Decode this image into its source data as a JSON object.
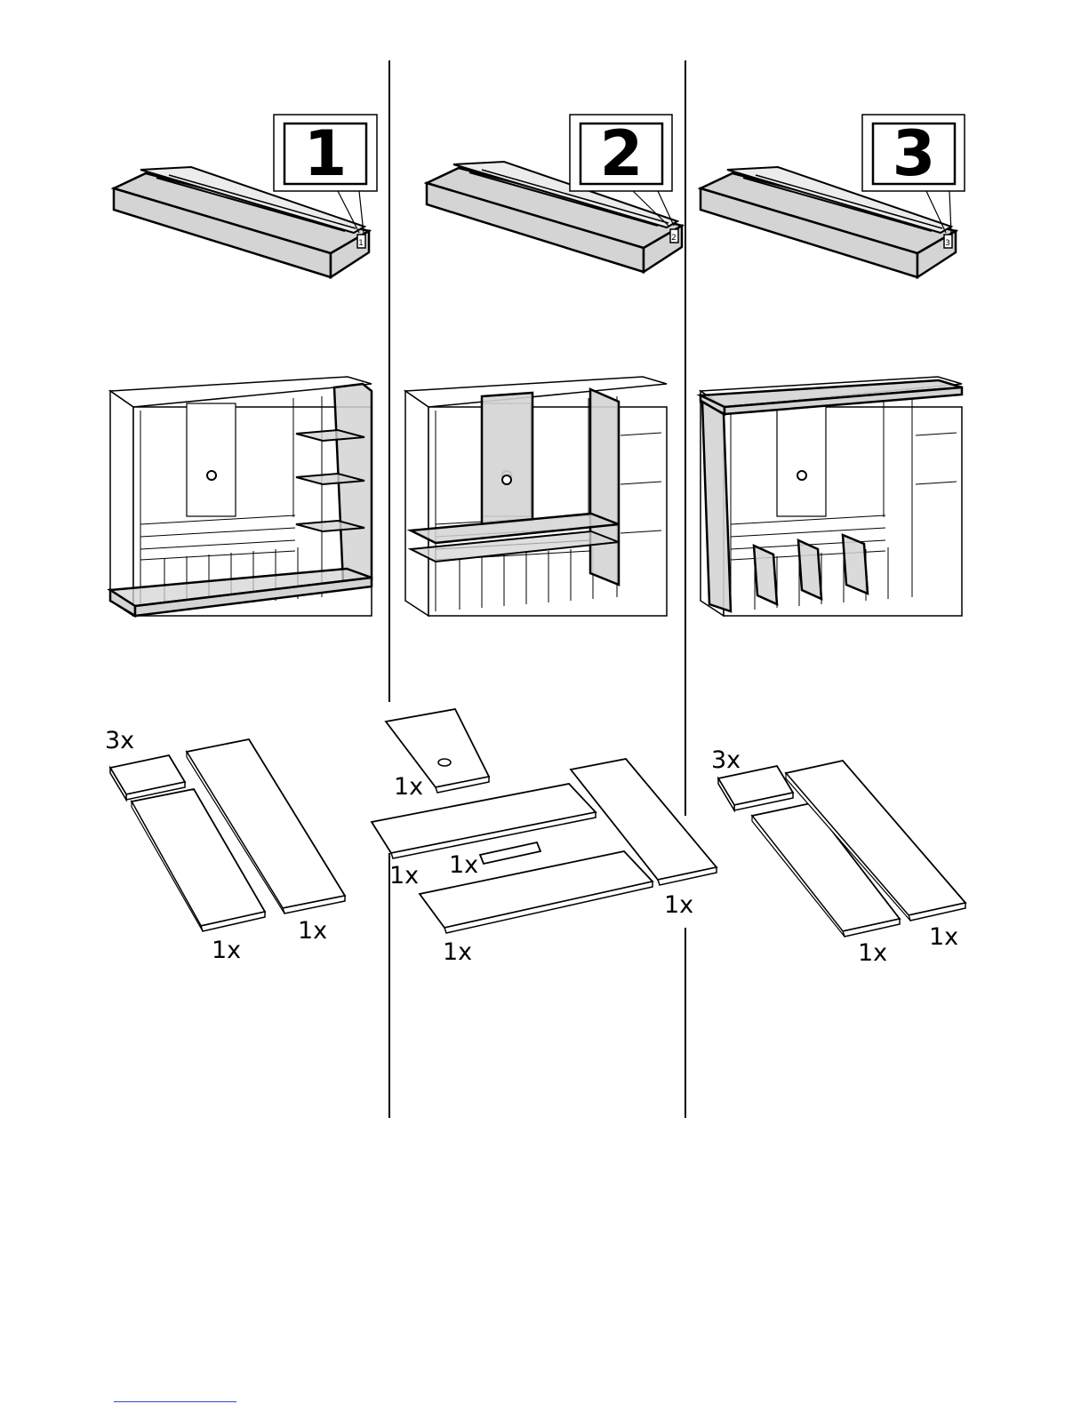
{
  "packages": [
    {
      "number": "1",
      "label_small": "1"
    },
    {
      "number": "2",
      "label_small": "2"
    },
    {
      "number": "3",
      "label_small": "3"
    }
  ],
  "quantities": {
    "pkg1": {
      "small_panels": "3x",
      "long_panel_a": "1x",
      "long_panel_b": "1x"
    },
    "pkg2": {
      "panel_with_hole": "1x",
      "shelf_top": "1x",
      "small_strip": "1x",
      "shelf_bottom": "1x",
      "side_panel": "1x"
    },
    "pkg3": {
      "small_panels": "3x",
      "long_panel_a": "1x",
      "long_panel_b": "1x"
    }
  },
  "colors": {
    "line": "#000000",
    "shade": "#d4d4d4",
    "panel_fill": "#ffffff",
    "link": "#2b45d6"
  }
}
